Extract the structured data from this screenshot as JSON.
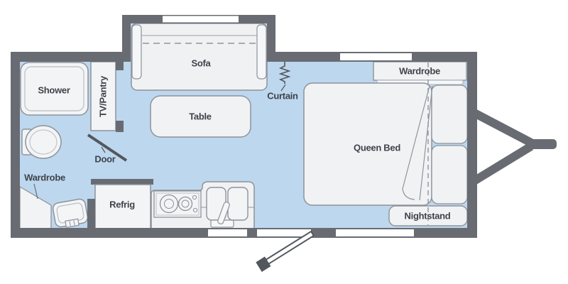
{
  "plan": {
    "shower": "Shower",
    "tv_pantry": "TV/Pantry",
    "sofa": "Sofa",
    "curtain": "Curtain",
    "wardrobe_top": "Wardrobe",
    "table": "Table",
    "queen_bed": "Queen Bed",
    "door": "Door",
    "wardrobe_bottom": "Wardrobe",
    "refrig": "Refrig",
    "nightstand": "Nightstand"
  },
  "colors": {
    "wall": "#686c72",
    "floor": "#bdd7ee",
    "furniture": "#f1f2f4",
    "outline": "#8d939a",
    "inner_outline": "#c0c5cb",
    "text": "#3e434a",
    "window": "#ffffff"
  }
}
